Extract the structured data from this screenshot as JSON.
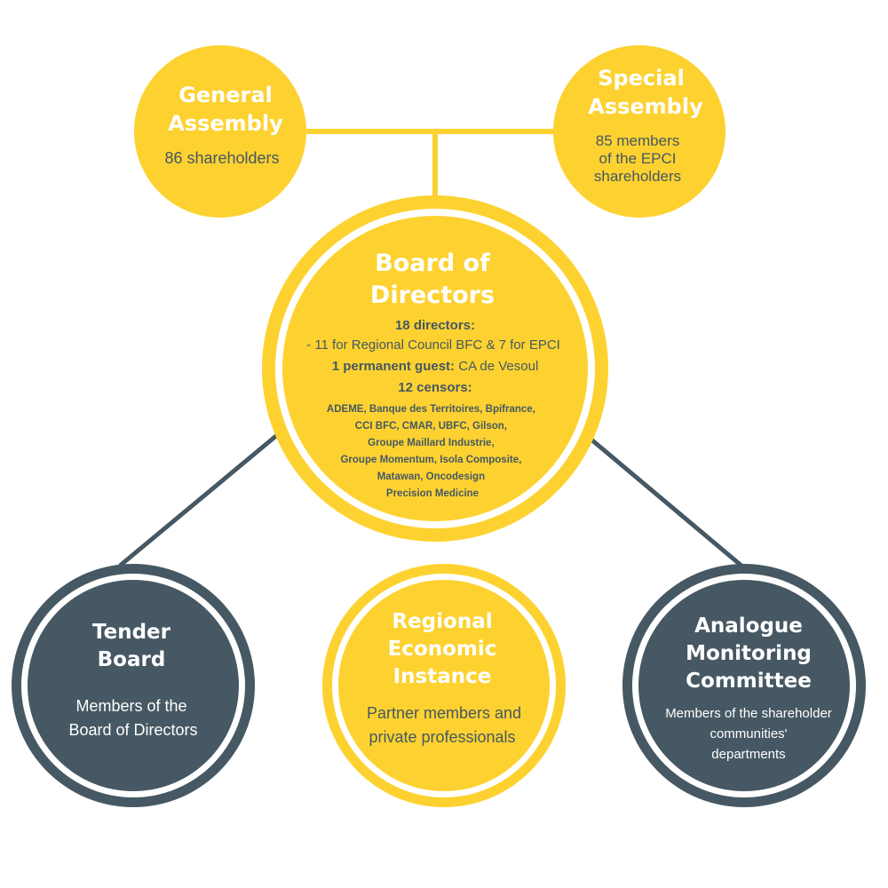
{
  "colors": {
    "yellow": "#FDD230",
    "slate": "#465863",
    "white": "#FFFFFF"
  },
  "general_assembly": {
    "title": [
      "General",
      "Assembly"
    ],
    "lines": [
      "86 shareholders"
    ]
  },
  "special_assembly": {
    "title": [
      "Special",
      "Assembly"
    ],
    "lines": [
      "85 members",
      "of the EPCI",
      "shareholders"
    ]
  },
  "board": {
    "title": [
      "Board of",
      "Directors"
    ],
    "directors_label": "18 directors:",
    "directors_detail": "- 11 for Regional Council BFC & 7 for EPCI",
    "guest_label": "1 permanent guest:",
    "guest_value": " CA de Vesoul",
    "censors_label": "12 censors:",
    "censors": [
      "ADEME, Banque des Territoires, Bpifrance,",
      "CCI BFC, CMAR, UBFC, Gilson,",
      "Groupe Maillard Industrie,",
      "Groupe Momentum, Isola Composite,",
      "Matawan, Oncodesign",
      "Precision Medicine"
    ]
  },
  "tender_board": {
    "title": [
      "Tender",
      "Board"
    ],
    "lines": [
      "Members of the",
      "Board of Directors"
    ]
  },
  "regional": {
    "title": [
      "Regional",
      "Economic",
      "Instance"
    ],
    "lines": [
      "Partner members and",
      "private professionals"
    ]
  },
  "analogue": {
    "title": [
      "Analogue",
      "Monitoring",
      "Committee"
    ],
    "lines": [
      "Members of the shareholder",
      "communities'",
      "departments"
    ]
  }
}
